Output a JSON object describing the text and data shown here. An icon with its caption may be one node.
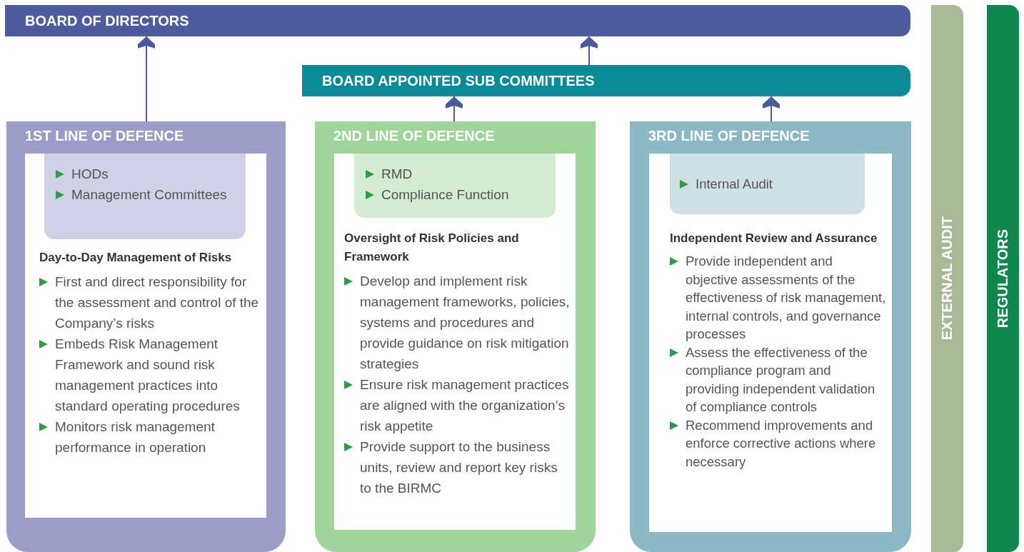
{
  "diagram": {
    "nodes": [
      {
        "text": [
          "BOARD OF DIRECTORS"
        ]
      },
      {
        "text": [
          "BOARD APPOINTED SUB COMMITTEES"
        ]
      },
      {
        "text": [
          "1ST LINE OF DEFENCE"
        ]
      },
      {
        "text": [
          "Day-to-Day Management of Risks",
          "First and direct responsibility for the assessment and control of the Company’s risks",
          "Embeds Risk Management Framework and sound risk management practices into standard operating procedures",
          "Monitors risk management performance in operation"
        ],
        "in": 2
      },
      {
        "text": [
          "HODs",
          "Management Committees"
        ],
        "in": 3
      },
      {
        "text": [
          "2ND LINE OF DEFENCE"
        ]
      },
      {
        "text": [
          "Oversight of Risk Policies and Framework",
          "Develop and implement risk management frameworks, policies, systems and procedures and provide guidance on risk mitigation strategies",
          "Ensure risk management practices are aligned with the organization’s risk appetite",
          "Provide support to the business units, review and report key risks to the BIRMC"
        ],
        "in": 5
      },
      {
        "text": [
          "RMD",
          "Compliance Function"
        ],
        "in": 6
      },
      {
        "text": [
          "3RD LINE OF DEFENCE"
        ]
      },
      {
        "text": [
          "Independent Review and Assurance",
          "Provide independent and objective assessments of the effectiveness of risk management, internal controls, and governance processes",
          "Assess the effectiveness of the compliance program and providing independent validation of compliance controls",
          "Recommend improvements and enforce corrective actions where necessary"
        ],
        "in": 8
      },
      {
        "text": [
          "Internal Audit"
        ],
        "in": 9
      },
      {
        "text": [
          "EXTERNAL AUDIT"
        ]
      },
      {
        "text": [
          "REGULATORS"
        ]
      }
    ],
    "edges": [
      {
        "from": 2,
        "to": 0,
        "arrow": "to"
      },
      {
        "from": 1,
        "to": 0,
        "arrow": "to"
      },
      {
        "from": 5,
        "to": 1,
        "arrow": "to"
      },
      {
        "from": 8,
        "to": 1,
        "arrow": "to"
      }
    ]
  }
}
